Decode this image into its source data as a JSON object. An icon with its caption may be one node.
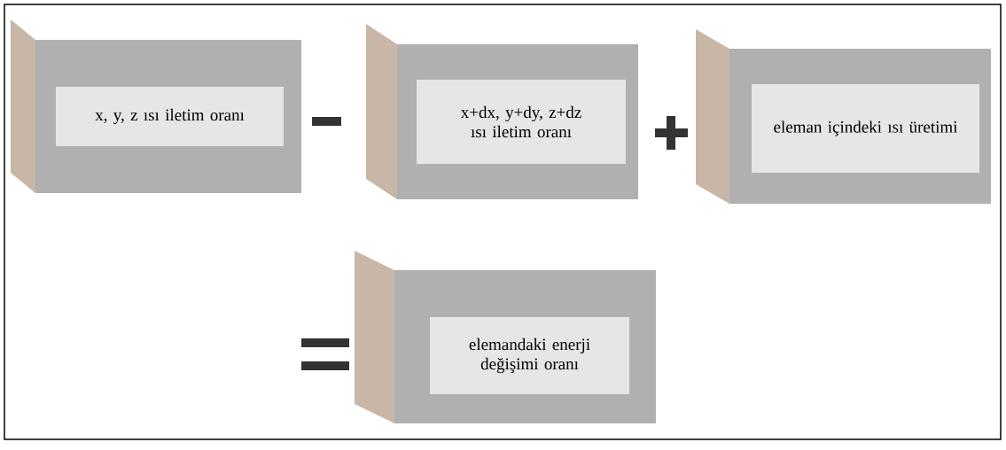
{
  "diagram": {
    "nodes": [
      {
        "text": [
          "x, y, z ısı iletim oranı"
        ]
      },
      {
        "text": [
          "x+dx, y+dy, z+dz ısı iletim oranı"
        ]
      },
      {
        "text": [
          "eleman içindeki ısı üretimi"
        ]
      },
      {
        "text": [
          "elemandaki enerji değişimi oranı"
        ]
      }
    ]
  }
}
